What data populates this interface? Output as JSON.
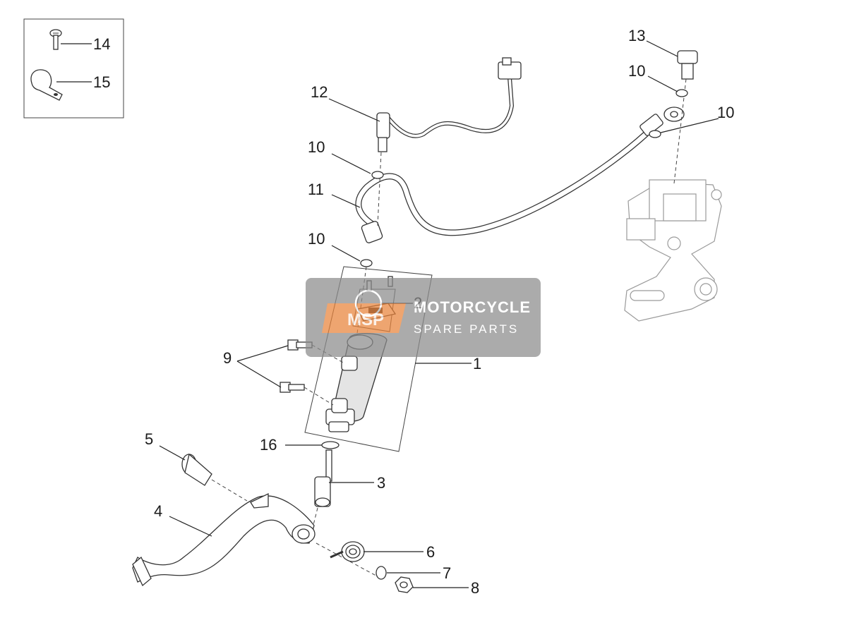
{
  "callouts": {
    "c1": "1",
    "c2": "2",
    "c3": "3",
    "c4": "4",
    "c5": "5",
    "c6": "6",
    "c7": "7",
    "c8": "8",
    "c9": "9",
    "c10a": "10",
    "c10b": "10",
    "c10c": "10",
    "c10d": "10",
    "c11": "11",
    "c12": "12",
    "c13": "13",
    "c14": "14",
    "c15": "15",
    "c16": "16"
  },
  "watermark": {
    "title": "MOTORCYCLE",
    "subtitle": "SPARE PARTS",
    "logo_text": "MSP",
    "logo_color": "#e8833a",
    "box_color": "#8c8c8c"
  }
}
